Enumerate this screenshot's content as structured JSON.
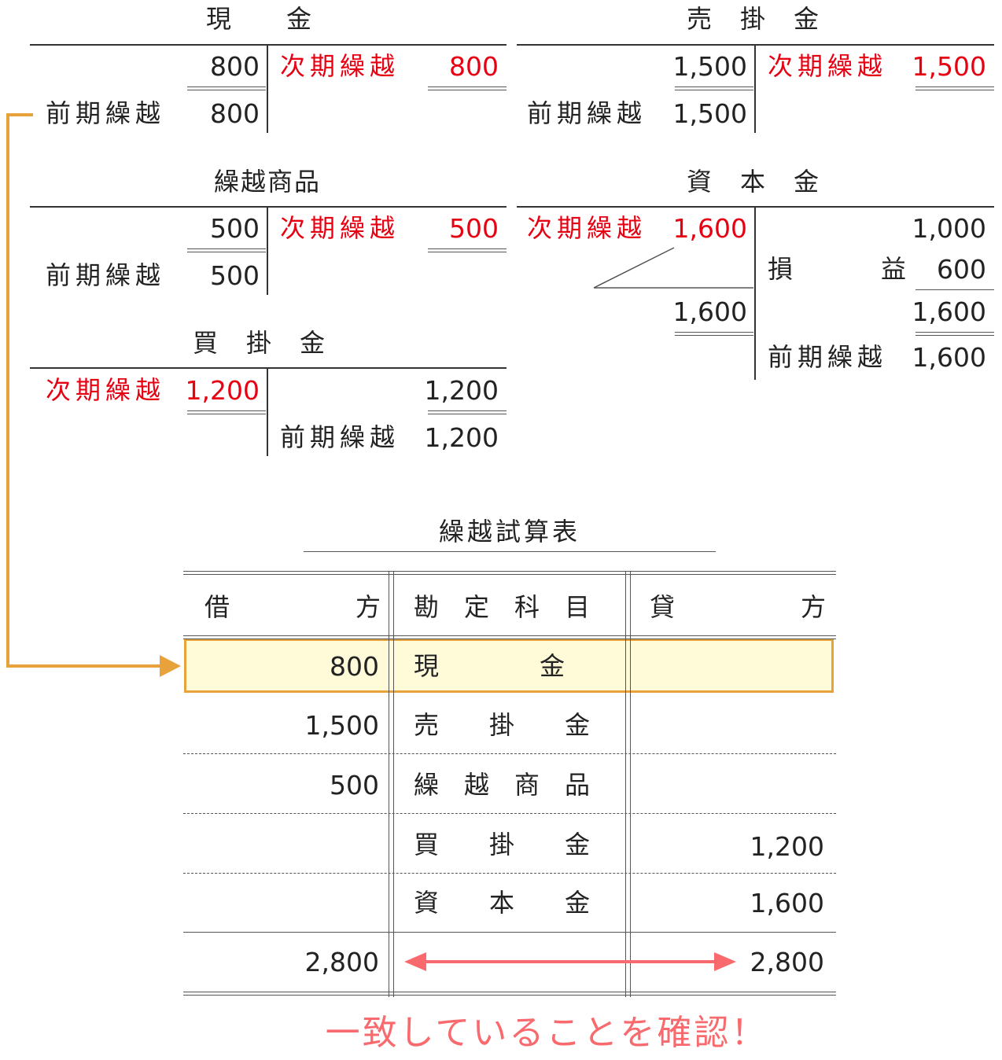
{
  "ledgers": {
    "genkin": {
      "title": "現　　金",
      "left": [
        {
          "label": "",
          "value": "800"
        },
        {
          "label": "前期繰越",
          "value": "800"
        }
      ],
      "right": [
        {
          "label": "次期繰越",
          "value": "800"
        }
      ]
    },
    "urikake": {
      "title": "売　掛　金",
      "left": [
        {
          "label": "",
          "value": "1,500"
        },
        {
          "label": "前期繰越",
          "value": "1,500"
        }
      ],
      "right": [
        {
          "label": "次期繰越",
          "value": "1,500"
        }
      ]
    },
    "kurikoshi": {
      "title": "繰越商品",
      "left": [
        {
          "label": "",
          "value": "500"
        },
        {
          "label": "前期繰越",
          "value": "500"
        }
      ],
      "right": [
        {
          "label": "次期繰越",
          "value": "500"
        }
      ]
    },
    "shihon": {
      "title": "資　本　金",
      "left": [
        {
          "label": "次期繰越",
          "value": "1,600"
        },
        {
          "label": "",
          "value": "1,600"
        }
      ],
      "right": [
        {
          "label": "",
          "value": "1,000"
        },
        {
          "label": "損　　　益",
          "value": "600"
        },
        {
          "label": "",
          "value": "1,600"
        },
        {
          "label": "前期繰越",
          "value": "1,600"
        }
      ]
    },
    "kaikake": {
      "title": "買　掛　金",
      "left": [
        {
          "label": "次期繰越",
          "value": "1,200"
        }
      ],
      "right": [
        {
          "label": "",
          "value": "1,200"
        },
        {
          "label": "前期繰越",
          "value": "1,200"
        }
      ]
    }
  },
  "trial_balance": {
    "title": "繰越試算表",
    "header": {
      "debit": "借　　　　　方",
      "account": "勘　定　科　目",
      "credit": "貸　　　　　方"
    },
    "rows": [
      {
        "debit": "800",
        "account": "現　　　　金",
        "credit": ""
      },
      {
        "debit": "1,500",
        "account": "売　　掛　　金",
        "credit": ""
      },
      {
        "debit": "500",
        "account": "繰　越　商　品",
        "credit": ""
      },
      {
        "debit": "",
        "account": "買　　掛　　金",
        "credit": "1,200"
      },
      {
        "debit": "",
        "account": "資　　本　　金",
        "credit": "1,600"
      }
    ],
    "total": {
      "debit": "2,800",
      "credit": "2,800"
    }
  },
  "message": "一致していることを確認！",
  "colors": {
    "carry_forward": "#e60012",
    "highlight_fill": "#fffbd9",
    "highlight_border": "#e8a23c",
    "arrow": "#f86a6e"
  }
}
